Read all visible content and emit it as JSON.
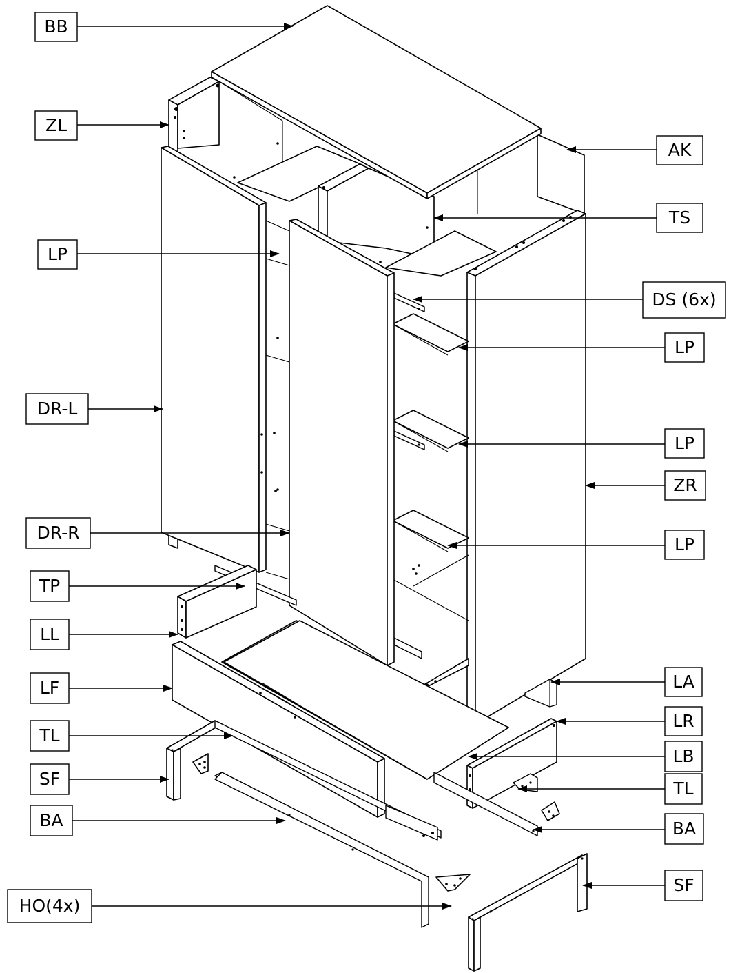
{
  "labels": [
    {
      "id": "bb",
      "text": "BB"
    },
    {
      "id": "zl",
      "text": "ZL"
    },
    {
      "id": "ak",
      "text": "AK"
    },
    {
      "id": "ts",
      "text": "TS"
    },
    {
      "id": "lp1",
      "text": "LP"
    },
    {
      "id": "ds",
      "text": "DS (6x)"
    },
    {
      "id": "lp2",
      "text": "LP"
    },
    {
      "id": "drl",
      "text": "DR-L"
    },
    {
      "id": "lp3",
      "text": "LP"
    },
    {
      "id": "zr",
      "text": "ZR"
    },
    {
      "id": "drr",
      "text": "DR-R"
    },
    {
      "id": "lp4",
      "text": "LP"
    },
    {
      "id": "tp",
      "text": "TP"
    },
    {
      "id": "ll",
      "text": "LL"
    },
    {
      "id": "la",
      "text": "LA"
    },
    {
      "id": "lf",
      "text": "LF"
    },
    {
      "id": "lr",
      "text": "LR"
    },
    {
      "id": "tl1",
      "text": "TL"
    },
    {
      "id": "lb",
      "text": "LB"
    },
    {
      "id": "sf1",
      "text": "SF"
    },
    {
      "id": "tl2",
      "text": "TL"
    },
    {
      "id": "ba1",
      "text": "BA"
    },
    {
      "id": "ba2",
      "text": "BA"
    },
    {
      "id": "sf2",
      "text": "SF"
    },
    {
      "id": "ho",
      "text": "HO(4x)"
    }
  ]
}
